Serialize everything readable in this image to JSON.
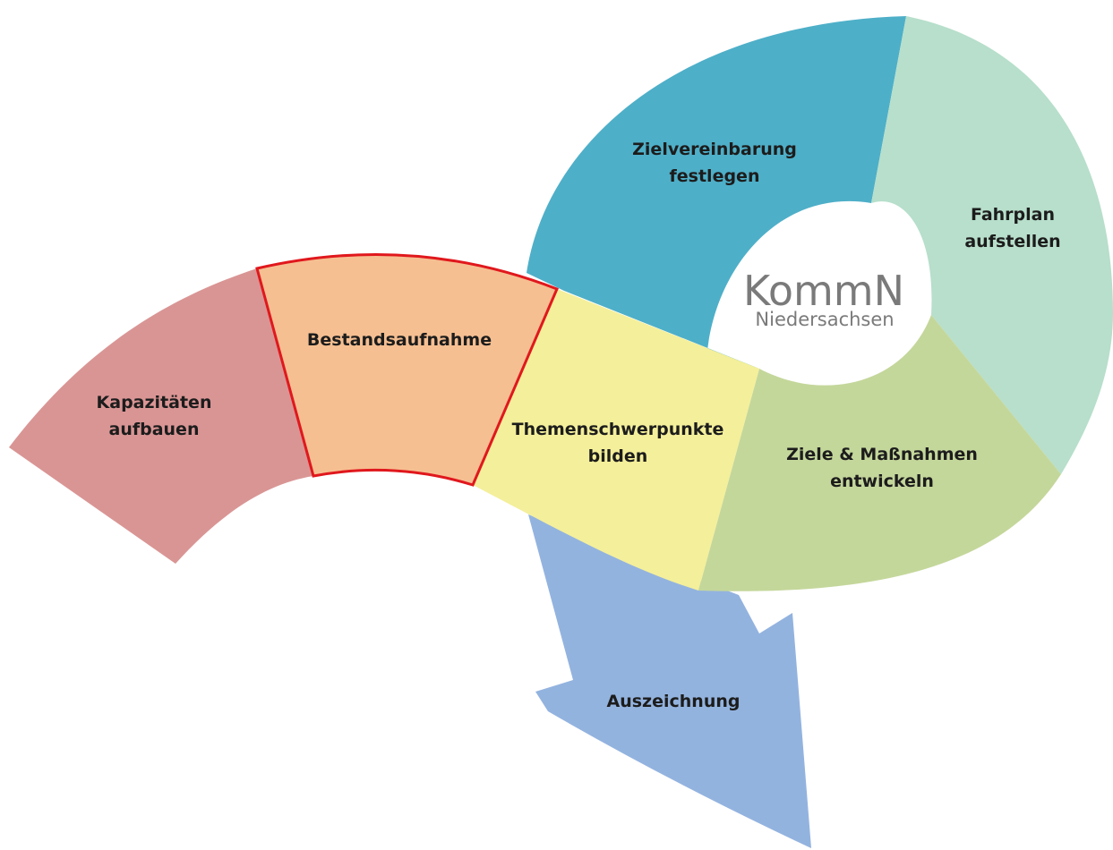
{
  "steps": {
    "kapazitaeten": {
      "line1": "Kapazitäten",
      "line2": "aufbauen",
      "color": "#d99594"
    },
    "bestandsaufnahme": {
      "line1": "Bestandsaufnahme",
      "color": "#f6bf91",
      "border_color": "#e0181d"
    },
    "themenschwerpunkte": {
      "line1": "Themenschwerpunkte",
      "line2": "bilden",
      "color": "#f4ef9a"
    },
    "zielvereinbarung": {
      "line1": "Zielvereinbarung",
      "line2": "festlegen",
      "color": "#4eafc8"
    },
    "fahrplan": {
      "line1": "Fahrplan",
      "line2": "aufstellen",
      "color": "#b7dfcb"
    },
    "ziele_massnahmen": {
      "line1": "Ziele & Maßnahmen",
      "line2": "entwickeln",
      "color": "#c4d79b"
    },
    "auszeichnung": {
      "line1": "Auszeichnung",
      "color": "#93b3df"
    }
  },
  "logo": {
    "name": "KommN",
    "subtitle": "Niedersachsen"
  }
}
